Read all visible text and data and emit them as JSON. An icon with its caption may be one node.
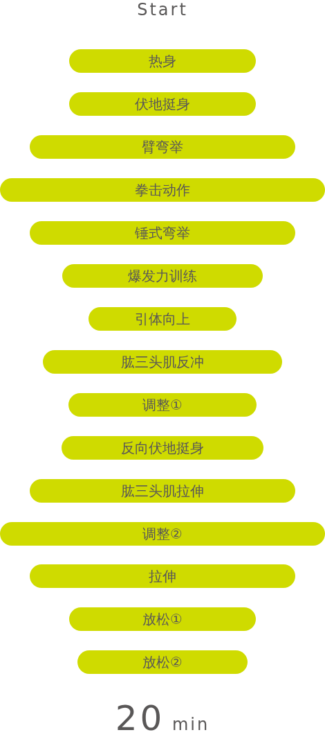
{
  "diagram": {
    "nodes": [
      {
        "text": [
          "热身"
        ]
      },
      {
        "text": [
          "伏地挺身"
        ]
      },
      {
        "text": [
          "臂弯举"
        ]
      },
      {
        "text": [
          "拳击动作"
        ]
      },
      {
        "text": [
          "锤式弯举"
        ]
      },
      {
        "text": [
          "爆发力训练"
        ]
      },
      {
        "text": [
          "引体向上"
        ]
      },
      {
        "text": [
          "肱三头肌反冲"
        ]
      },
      {
        "text": [
          "调整①"
        ]
      },
      {
        "text": [
          "反向伏地挺身"
        ]
      },
      {
        "text": [
          "肱三头肌拉伸"
        ]
      },
      {
        "text": [
          "调整②"
        ]
      },
      {
        "text": [
          "拉伸"
        ]
      },
      {
        "text": [
          "放松①"
        ]
      },
      {
        "text": [
          "放松②"
        ]
      }
    ],
    "edges": [],
    "labels": [
      "Start",
      "20 min"
    ]
  }
}
